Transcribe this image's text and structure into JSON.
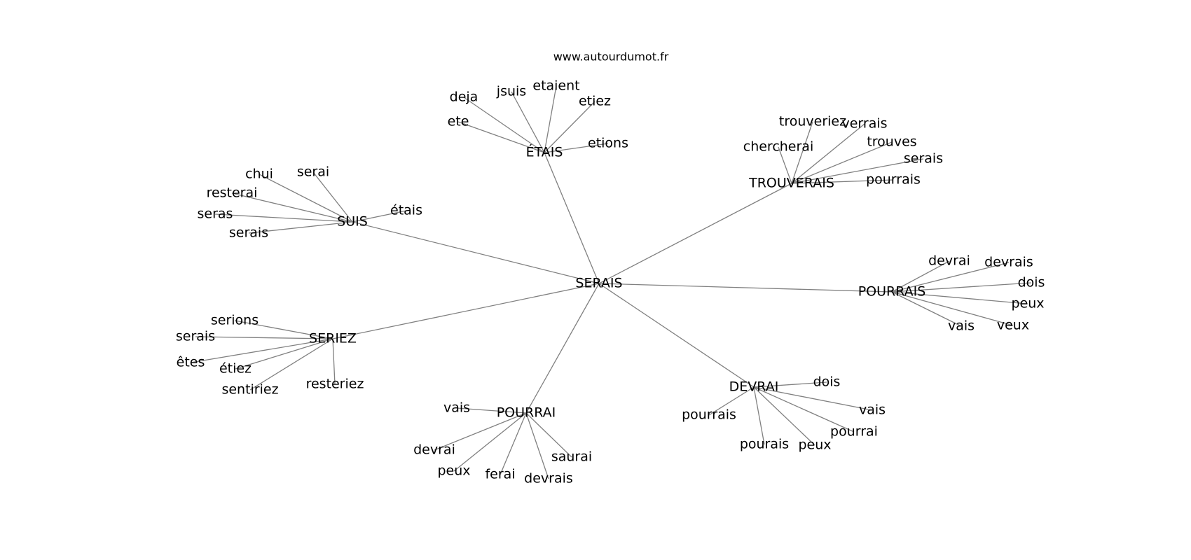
{
  "source": "www.autourdumot.fr",
  "center": "SERAIS",
  "clusters": [
    {
      "hub": "ÉTAIS",
      "leaves": [
        "deja",
        "jsuis",
        "etaient",
        "etiez",
        "ete",
        "etions"
      ]
    },
    {
      "hub": "TROUVERAIS",
      "leaves": [
        "trouveriez",
        "verrais",
        "chercherai",
        "trouves",
        "serais",
        "pourrais"
      ]
    },
    {
      "hub": "SUIS",
      "leaves": [
        "chui",
        "serai",
        "resterai",
        "étais",
        "seras",
        "serais"
      ]
    },
    {
      "hub": "POURRAIS",
      "leaves": [
        "devrai",
        "devrais",
        "dois",
        "peux",
        "vais",
        "veux"
      ]
    },
    {
      "hub": "SERIEZ",
      "leaves": [
        "serions",
        "serais",
        "êtes",
        "étiez",
        "sentiriez",
        "resteriez"
      ]
    },
    {
      "hub": "DEVRAI",
      "leaves": [
        "dois",
        "pourrais",
        "vais",
        "pourrai",
        "pourais",
        "peux"
      ]
    },
    {
      "hub": "POURRAI",
      "leaves": [
        "vais",
        "devrai",
        "saurai",
        "peux",
        "ferai",
        "devrais"
      ]
    }
  ]
}
